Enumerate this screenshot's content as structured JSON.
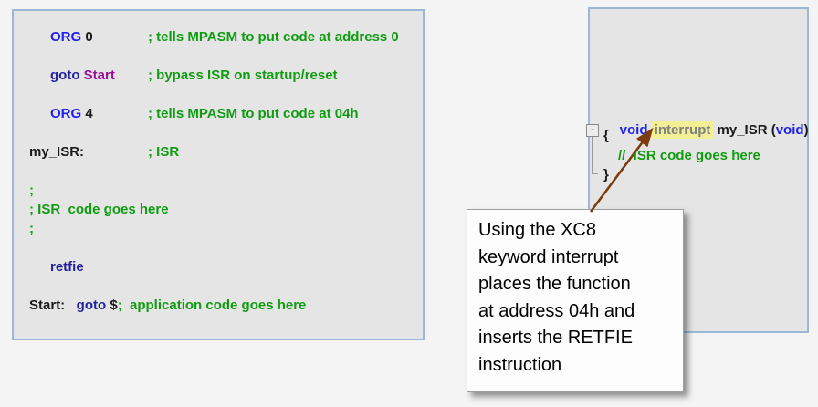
{
  "asm_panel": {
    "l1": {
      "kw": "ORG",
      "rest": " 0",
      "comment": "; tells MPASM to put code at address 0"
    },
    "l2": {
      "kw": "goto",
      "label": " Start",
      "comment": "; bypass ISR on startup/reset"
    },
    "l3": {
      "kw": "ORG",
      "rest": " 4",
      "comment": "; tells MPASM to put code at 04h"
    },
    "l4": {
      "label": "my_ISR:",
      "comment": "; ISR"
    },
    "l5": ";",
    "l6": "; ISR  code goes here",
    "l7": ";",
    "l8": {
      "kw": "retfie"
    },
    "l9": {
      "label": "Start:",
      "kw": "   goto",
      "operand": " $",
      "comment": ";  application code goes here"
    }
  },
  "c_panel": {
    "l1": {
      "kw1": "void ",
      "highlighted": "interrupt",
      "name": " my_ISR (",
      "kw2": "void",
      "close": ")"
    },
    "l2": "{",
    "l3": "//  ISR code goes here",
    "l4": "}",
    "fold_icon": "-"
  },
  "callout": {
    "text": "Using the XC8\nkeyword  interrupt\nplaces the function\nat address 04h and\ninserts the RETFIE\ninstruction"
  },
  "colors": {
    "page_bg": "#f4f4f4",
    "panel_bg": "#e5e5e5",
    "panel_border": "#9db7d9",
    "keyword_blue": "#2020ee",
    "instruction_navy": "#23239e",
    "label_purple": "#9b109b",
    "comment_green": "#109c10",
    "plain_black": "#1a1a1a",
    "interrupt_gray": "#808080",
    "highlight_yellow": "#f3ef95",
    "arrow_brown": "#7b3c0e",
    "callout_bg": "#fdfdfd",
    "callout_border": "#9e9e9e"
  }
}
